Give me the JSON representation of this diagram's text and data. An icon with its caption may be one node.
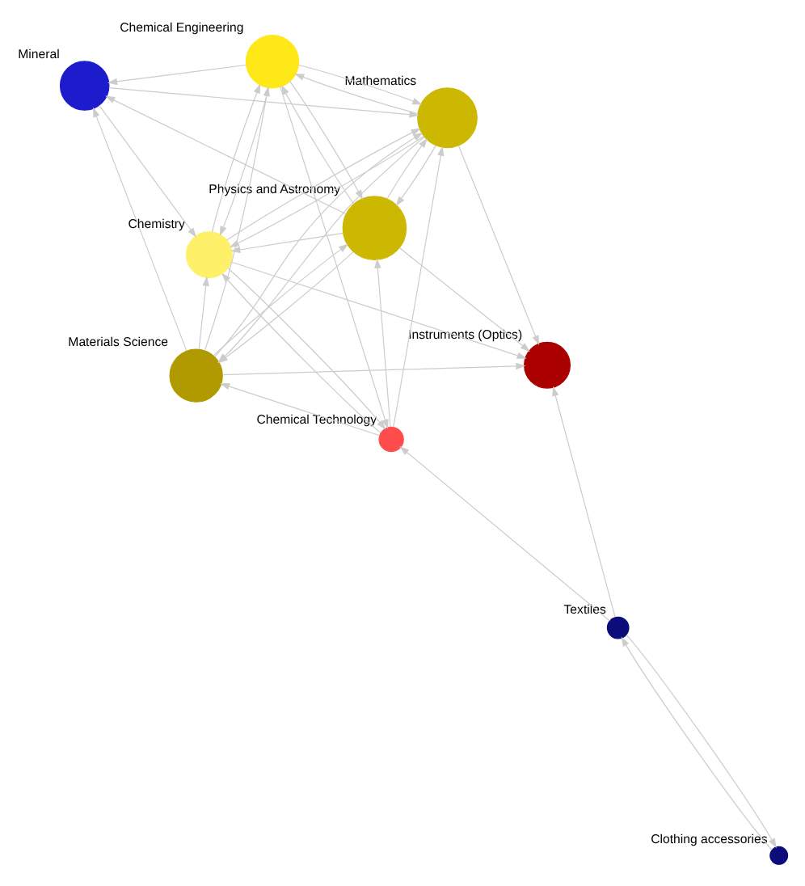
{
  "diagram": {
    "nodes": [
      {
        "text": [
          "Materials Science"
        ]
      },
      {
        "text": [
          "Physics and Astronomy"
        ]
      },
      {
        "text": [
          "Mineral"
        ]
      },
      {
        "text": [
          "Chemical Engineering"
        ]
      },
      {
        "text": [
          "Mathematics"
        ]
      },
      {
        "text": [
          "Chemistry"
        ]
      },
      {
        "text": [
          "Chemical Technology"
        ]
      },
      {
        "text": [
          "Instruments (Optics)"
        ]
      },
      {
        "text": [
          "Textiles"
        ]
      },
      {
        "text": [
          "Clothing accessories"
        ]
      }
    ],
    "edges": [
      {
        "from": 8,
        "to": 6,
        "arrow": "to"
      },
      {
        "from": 8,
        "to": 7,
        "arrow": "to"
      },
      {
        "from": 8,
        "to": 9,
        "arrow": "to"
      },
      {
        "from": 9,
        "to": 8,
        "arrow": "to"
      },
      {
        "from": 6,
        "to": 4,
        "arrow": "to"
      },
      {
        "from": 6,
        "to": 1,
        "arrow": "to"
      },
      {
        "from": 6,
        "to": 0,
        "arrow": "to"
      },
      {
        "from": 6,
        "to": 5,
        "arrow": "to"
      },
      {
        "from": 5,
        "to": 6,
        "arrow": "to"
      },
      {
        "from": 3,
        "to": 6,
        "arrow": "to"
      },
      {
        "from": 4,
        "to": 7,
        "arrow": "to"
      },
      {
        "from": 5,
        "to": 7,
        "arrow": "to"
      },
      {
        "from": 0,
        "to": 7,
        "arrow": "to"
      },
      {
        "from": 1,
        "to": 7,
        "arrow": "to"
      },
      {
        "from": 4,
        "to": 5,
        "arrow": "to"
      },
      {
        "from": 5,
        "to": 4,
        "arrow": "to"
      },
      {
        "from": 0,
        "to": 2,
        "arrow": "to"
      },
      {
        "from": 0,
        "to": 3,
        "arrow": "to"
      },
      {
        "from": 1,
        "to": 0,
        "arrow": "to"
      },
      {
        "from": 0,
        "to": 1,
        "arrow": "to"
      },
      {
        "from": 4,
        "to": 0,
        "arrow": "to"
      },
      {
        "from": 0,
        "to": 4,
        "arrow": "to"
      },
      {
        "from": 0,
        "to": 5,
        "arrow": "to"
      },
      {
        "from": 1,
        "to": 2,
        "arrow": "to"
      },
      {
        "from": 1,
        "to": 3,
        "arrow": "to"
      },
      {
        "from": 3,
        "to": 1,
        "arrow": "to"
      },
      {
        "from": 1,
        "to": 4,
        "arrow": "to"
      },
      {
        "from": 4,
        "to": 1,
        "arrow": "to"
      },
      {
        "from": 1,
        "to": 5,
        "arrow": "to"
      },
      {
        "from": 3,
        "to": 2,
        "arrow": "to"
      },
      {
        "from": 3,
        "to": 4,
        "arrow": "to"
      },
      {
        "from": 4,
        "to": 3,
        "arrow": "to"
      },
      {
        "from": 3,
        "to": 5,
        "arrow": "to"
      },
      {
        "from": 5,
        "to": 3,
        "arrow": "to"
      },
      {
        "from": 2,
        "to": 4,
        "arrow": "to"
      },
      {
        "from": 2,
        "to": 5,
        "arrow": "to"
      }
    ]
  }
}
